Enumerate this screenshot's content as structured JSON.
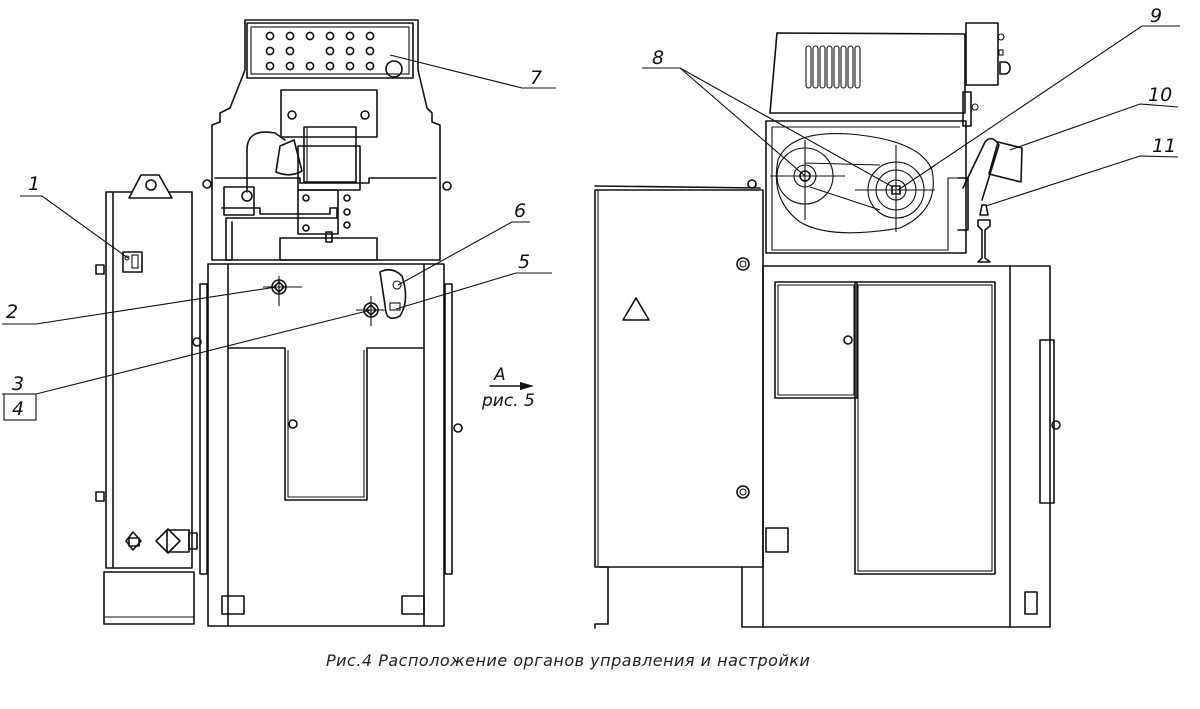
{
  "figure": {
    "caption": "Рис.4  Расположение  органов  управления  и  настройки",
    "view_reference": {
      "letter": "А",
      "ref": "рис. 5"
    }
  },
  "callouts": [
    {
      "number": "1"
    },
    {
      "number": "2"
    },
    {
      "number": "3"
    },
    {
      "number": "4"
    },
    {
      "number": "5"
    },
    {
      "number": "6"
    },
    {
      "number": "7"
    },
    {
      "number": "8"
    },
    {
      "number": "9"
    },
    {
      "number": "10"
    },
    {
      "number": "11"
    }
  ],
  "control_panel": {
    "button_rows": [
      6,
      5,
      6
    ],
    "large_knob": 1
  },
  "colors": {
    "ink": "#111111",
    "paper": "#ffffff"
  }
}
